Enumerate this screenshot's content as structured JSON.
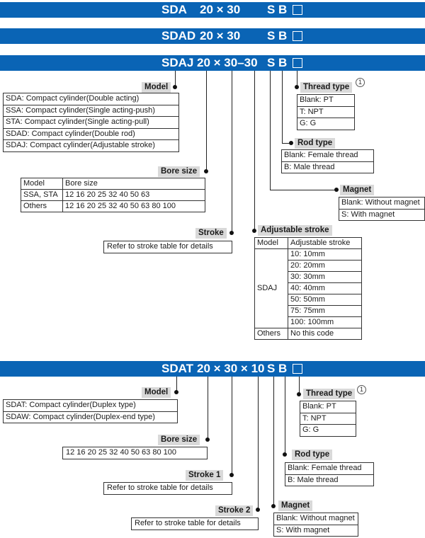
{
  "bands": {
    "sda": {
      "model": "SDA",
      "spec": "20 × 30",
      "suffix": "S B"
    },
    "sdad": {
      "model": "SDAD",
      "spec": "20 × 30",
      "suffix": "S B"
    },
    "sdaj": {
      "model": "SDAJ",
      "spec": "20 × 30–30",
      "suffix": "S B"
    },
    "sdat": {
      "model": "SDAT",
      "spec": "20 × 30 × 10",
      "suffix": "S B"
    }
  },
  "section1": {
    "model_label": "Model",
    "models": [
      "SDA: Compact cylinder(Double acting)",
      "SSA: Compact cylinder(Single acting-push)",
      "STA: Compact cylinder(Single acting-pull)",
      "SDAD: Compact cylinder(Double rod)",
      "SDAJ: Compact cylinder(Adjustable stroke)"
    ],
    "bore_label": "Bore size",
    "bore_table": {
      "header": [
        "Model",
        "Bore size"
      ],
      "rows": [
        [
          "SSA, STA",
          "12  16  20  25  32  40  50  63"
        ],
        [
          "Others",
          "12  16  20  25  32  40  50  63  80  100"
        ]
      ]
    },
    "stroke_label": "Stroke",
    "stroke_text": "Refer to stroke table for details",
    "thread_label": "Thread type",
    "thread_note": "1",
    "thread_options": [
      "Blank: PT",
      "T: NPT",
      "G: G"
    ],
    "rod_label": "Rod type",
    "rod_options": [
      "Blank: Female thread",
      "B: Male thread"
    ],
    "magnet_label": "Magnet",
    "magnet_options": [
      "Blank: Without magnet",
      "S: With magnet"
    ],
    "adj_label": "Adjustable stroke",
    "adj_table": {
      "header": [
        "Model",
        "Adjustable stroke"
      ],
      "model": "SDAJ",
      "values": [
        "10: 10mm",
        "20: 20mm",
        "30: 30mm",
        "40: 40mm",
        "50: 50mm",
        "75: 75mm",
        "100: 100mm"
      ],
      "others": [
        "Others",
        "No this code"
      ]
    }
  },
  "section2": {
    "model_label": "Model",
    "models": [
      "SDAT: Compact cylinder(Duplex type)",
      "SDAW: Compact cylinder(Duplex-end type)"
    ],
    "bore_label": "Bore size",
    "bore_text": "12  16  20  25  32  40  50  63  80  100",
    "stroke1_label": "Stroke 1",
    "stroke1_text": "Refer to stroke table for details",
    "stroke2_label": "Stroke 2",
    "stroke2_text": "Refer to stroke table for details",
    "thread_label": "Thread type",
    "thread_note": "1",
    "thread_options": [
      "Blank: PT",
      "T: NPT",
      "G: G"
    ],
    "rod_label": "Rod type",
    "rod_options": [
      "Blank: Female thread",
      "B: Male thread"
    ],
    "magnet_label": "Magnet",
    "magnet_options": [
      "Blank: Without magnet",
      "S: With magnet"
    ]
  }
}
